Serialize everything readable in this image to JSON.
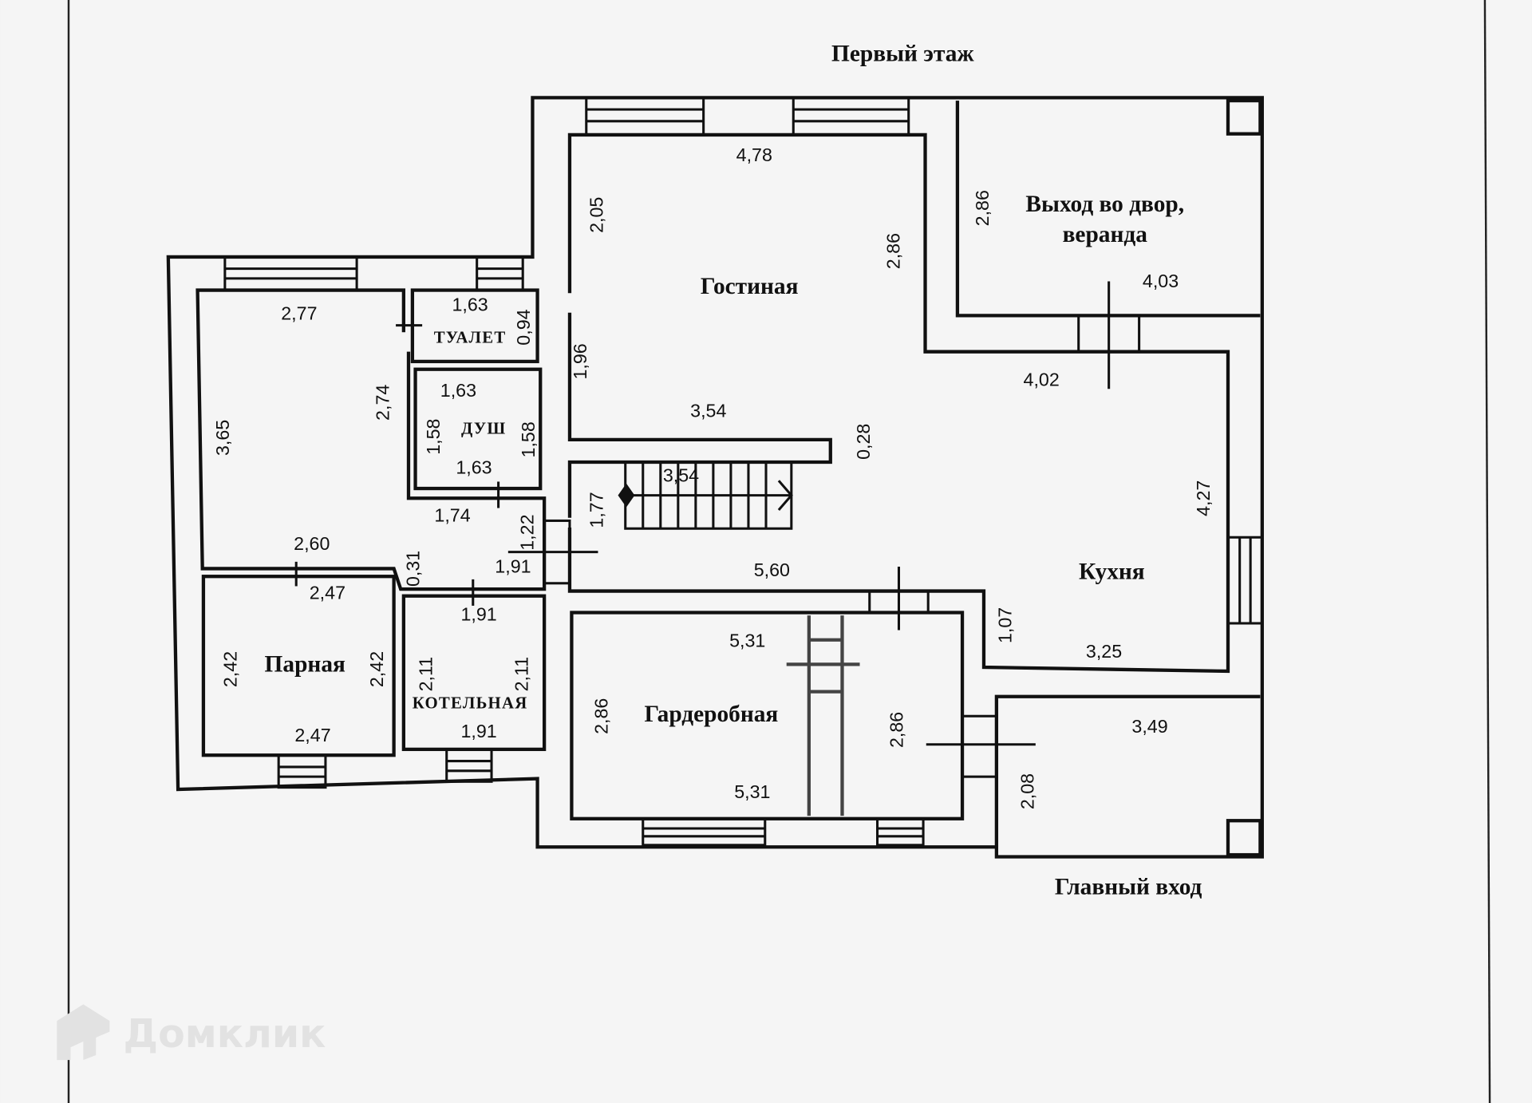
{
  "title": "Первый этаж",
  "entrance_label": "Главный вход",
  "watermark": "Домклик",
  "rooms": {
    "living": "Гостиная",
    "veranda_1": "Выход во двор,",
    "veranda_2": "веранда",
    "kitchen": "Кухня",
    "toilet": "ТУАЛЕТ",
    "shower": "ДУШ",
    "sauna": "Парная",
    "boiler": "КОТЕЛЬНАЯ",
    "wardrobe": "Гардеробная"
  },
  "dims": [
    "4,78",
    "2,05",
    "2,86",
    "2,86",
    "4,03",
    "1,96",
    "4,02",
    "3,54",
    "0,28",
    "3,54",
    "1,77",
    "4,27",
    "2,77",
    "1,63",
    "0,94",
    "1,63",
    "1,58",
    "1,58",
    "1,63",
    "2,74",
    "3,65",
    "1,74",
    "1,22",
    "2,60",
    "0,31",
    "1,91",
    "5,60",
    "2,47",
    "1,91",
    "5,31",
    "1,07",
    "3,25",
    "2,42",
    "2,42",
    "2,11",
    "2,11",
    "2,86",
    "2,86",
    "3,49",
    "2,08",
    "2,47",
    "1,91",
    "5,31"
  ]
}
